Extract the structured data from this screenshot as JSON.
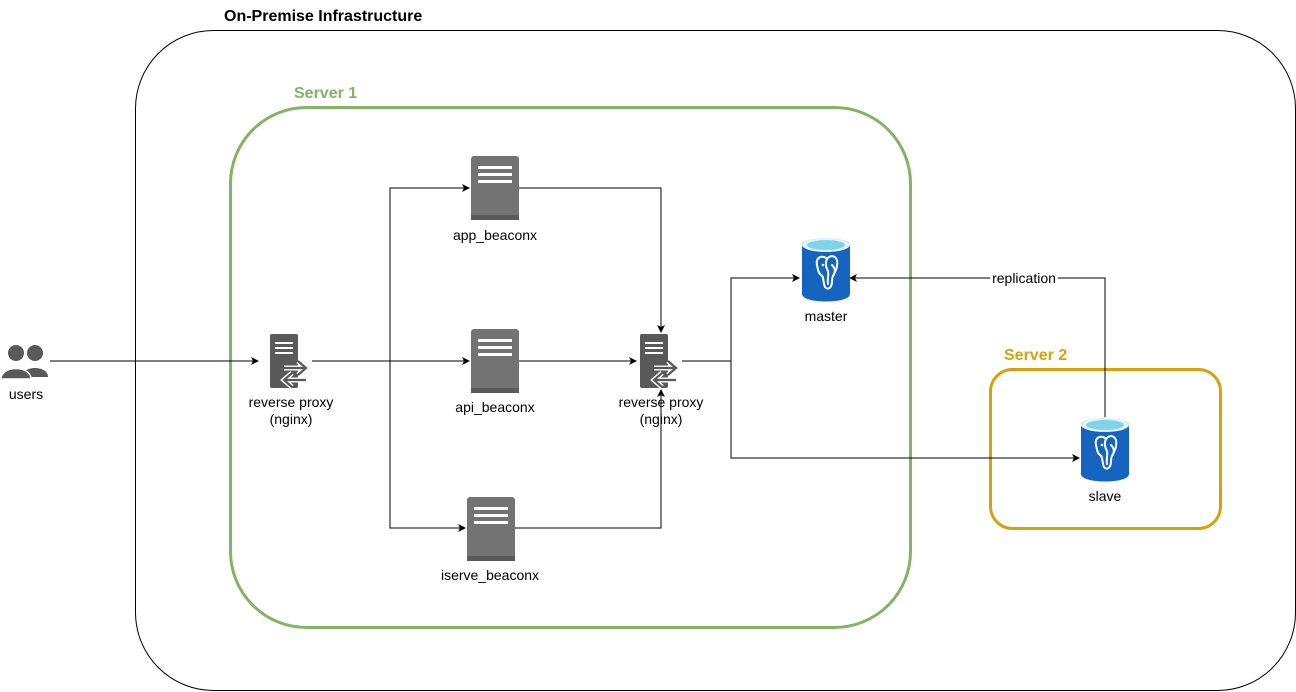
{
  "title": "On-Premise Infrastructure",
  "containers": {
    "server1": {
      "title": "Server 1",
      "color": "#82b366"
    },
    "server2": {
      "title": "Server 2",
      "color": "#d6a10a"
    }
  },
  "nodes": {
    "users": {
      "label": "users",
      "icon": "users-icon"
    },
    "proxy1": {
      "label_line1": "reverse proxy",
      "label_line2": "(nginx)",
      "icon": "reverse-proxy-icon"
    },
    "app": {
      "label": "app_beaconx",
      "icon": "server-icon"
    },
    "api": {
      "label": "api_beaconx",
      "icon": "server-icon"
    },
    "iserve": {
      "label": "iserve_beaconx",
      "icon": "server-icon"
    },
    "proxy2": {
      "label_line1": "reverse proxy",
      "label_line2": "(nginx)",
      "icon": "reverse-proxy-icon"
    },
    "master": {
      "label": "master",
      "icon": "postgresql-database-icon"
    },
    "slave": {
      "label": "slave",
      "icon": "postgresql-database-icon"
    }
  },
  "edges": {
    "replication": {
      "label": "replication"
    }
  },
  "colors": {
    "server_gray": "#737373",
    "db_blue": "#1565c0",
    "db_top": "#83d8ef",
    "users_gray": "#595959"
  }
}
